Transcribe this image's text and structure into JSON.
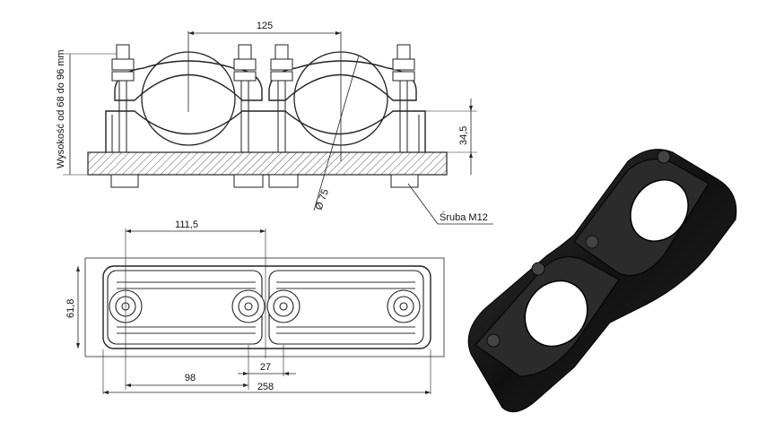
{
  "dimensions": {
    "top_width": "125",
    "height_range": "Wysokość od 68 do 96 mm",
    "right_height": "34,5",
    "diameter": "Ø 75",
    "bolt_label": "Śruba M12",
    "plan_top": "111,5",
    "plan_height": "61,8",
    "plan_98": "98",
    "plan_27": "27",
    "plan_total": "258"
  },
  "colors": {
    "line": "#222222",
    "product_body": "#1a1a1a",
    "hatch": "#555555"
  }
}
